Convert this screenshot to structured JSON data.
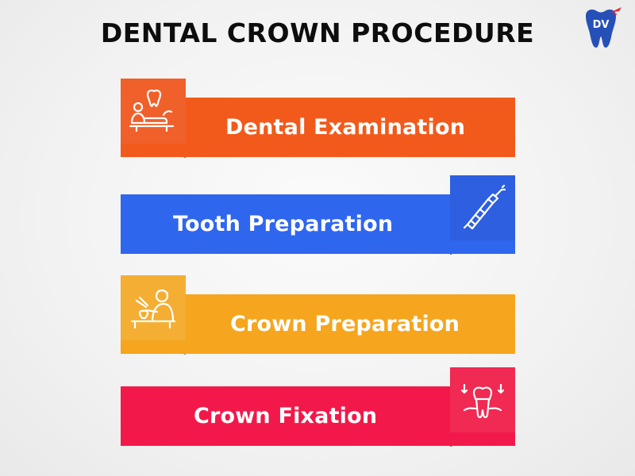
{
  "title": "DENTAL CROWN PROCEDURE",
  "logo": {
    "text": "DV",
    "icon": "tooth-airplane-logo-icon"
  },
  "steps": [
    {
      "label": "Dental Examination",
      "icon": "dentist-examining-patient-icon",
      "color": "#f25a1b"
    },
    {
      "label": "Tooth Preparation",
      "icon": "dental-drill-icon",
      "color": "#2f66ee"
    },
    {
      "label": "Crown Preparation",
      "icon": "technician-crafting-crown-icon",
      "color": "#f5a51e"
    },
    {
      "label": "Crown Fixation",
      "icon": "crown-on-tooth-icon",
      "color": "#f2194a"
    }
  ]
}
